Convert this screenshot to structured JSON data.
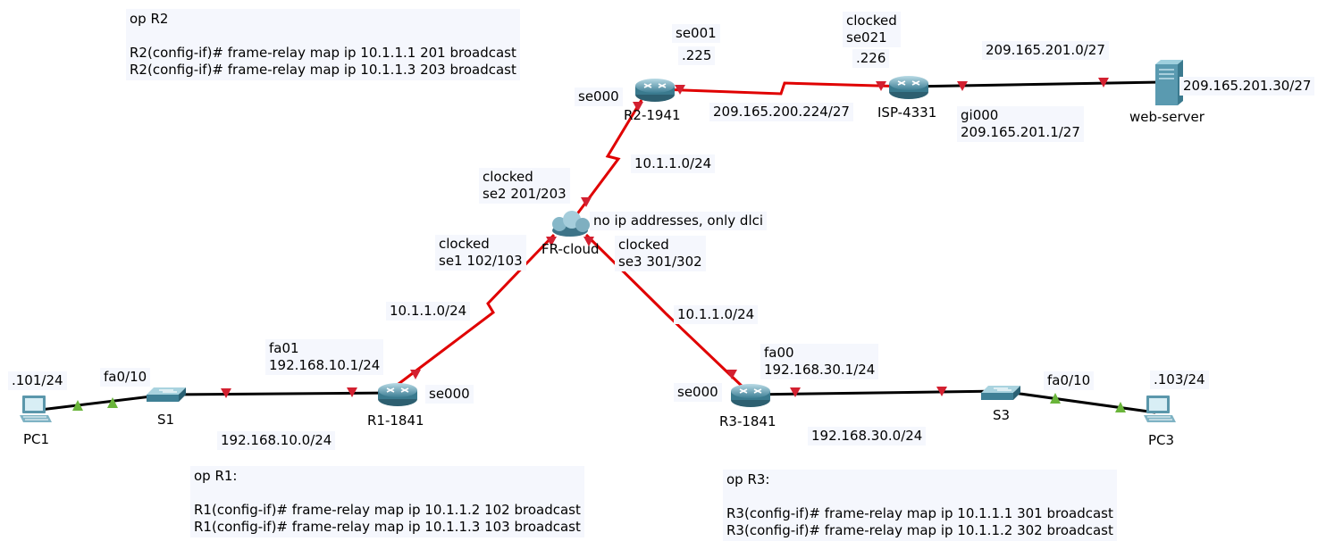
{
  "notes": {
    "r2": "op R2\n\nR2(config-if)# frame-relay map ip 10.1.1.1 201 broadcast\nR2(config-if)# frame-relay map ip 10.1.1.3 203 broadcast",
    "r1": "op R1:\n\nR1(config-if)# frame-relay map ip 10.1.1.2 102 broadcast\nR1(config-if)# frame-relay map ip 10.1.1.3 103 broadcast",
    "r3": "op R3:\n\nR3(config-if)# frame-relay map ip 10.1.1.1 301 broadcast\nR3(config-if)# frame-relay map ip 10.1.1.2 302 broadcast"
  },
  "devices": {
    "r2": "R2-1941",
    "isp": "ISP-4331",
    "web": "web-server",
    "cloud": "FR-cloud",
    "r1": "R1-1841",
    "r3": "R3-1841",
    "s1": "S1",
    "s3": "S3",
    "pc1": "PC1",
    "pc3": "PC3"
  },
  "labels": {
    "r2_se001": "se001",
    "r2_225": ".225",
    "r2_se000": "se000",
    "isp_clocked": "clocked\nse021",
    "isp_226": ".226",
    "net_wan": "209.165.200.224/27",
    "net_web": "209.165.201.0/27",
    "web_ip": "209.165.201.30/27",
    "isp_gi000": "gi000\n209.165.201.1/27",
    "fr_net_r2": "10.1.1.0/24",
    "fr_se2": "clocked\nse2 201/203",
    "cloud_note": "no ip addresses, only dlci",
    "fr_se1": "clocked\nse1 102/103",
    "fr_se3": "clocked\nse3 301/302",
    "fr_net_r1": "10.1.1.0/24",
    "fr_net_r3": "10.1.1.0/24",
    "r1_fa01": "fa01\n192.168.10.1/24",
    "r1_se000": "se000",
    "lan1": "192.168.10.0/24",
    "pc1_ip": ".101/24",
    "s1_fa": "fa0/10",
    "r3_fa00": "fa00\n192.168.30.1/24",
    "r3_se000": "se000",
    "lan3": "192.168.30.0/24",
    "s3_fa": "fa0/10",
    "pc3_ip": ".103/24"
  },
  "colors": {
    "serial_link": "#e00000",
    "ethernet_link": "#000000",
    "link_down": "#d32030",
    "link_up": "#6ab53a",
    "device": "#4a90a8",
    "label_bg": "#f5f7fd"
  }
}
